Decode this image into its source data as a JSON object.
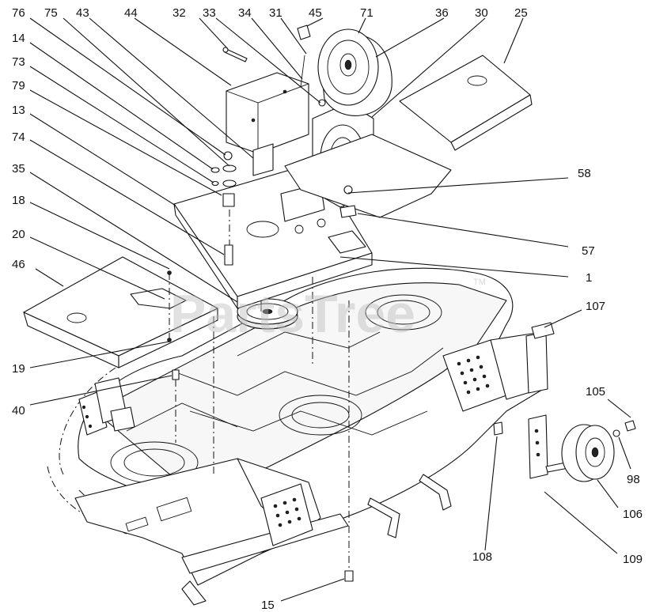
{
  "watermark": {
    "text": "PartsTree",
    "trademark": "TM"
  },
  "callouts": {
    "c76": "76",
    "c75": "75",
    "c43": "43",
    "c44": "44",
    "c32": "32",
    "c33": "33",
    "c34": "34",
    "c31": "31",
    "c45": "45",
    "c71": "71",
    "c36": "36",
    "c30": "30",
    "c25": "25",
    "c14": "14",
    "c73": "73",
    "c79": "79",
    "c13": "13",
    "c74": "74",
    "c35": "35",
    "c18": "18",
    "c20": "20",
    "c46": "46",
    "c58": "58",
    "c57": "57",
    "c1": "1",
    "c107": "107",
    "c19": "19",
    "c40": "40",
    "c105": "105",
    "c98": "98",
    "c106": "106",
    "c108": "108",
    "c109": "109",
    "c15": "15"
  }
}
